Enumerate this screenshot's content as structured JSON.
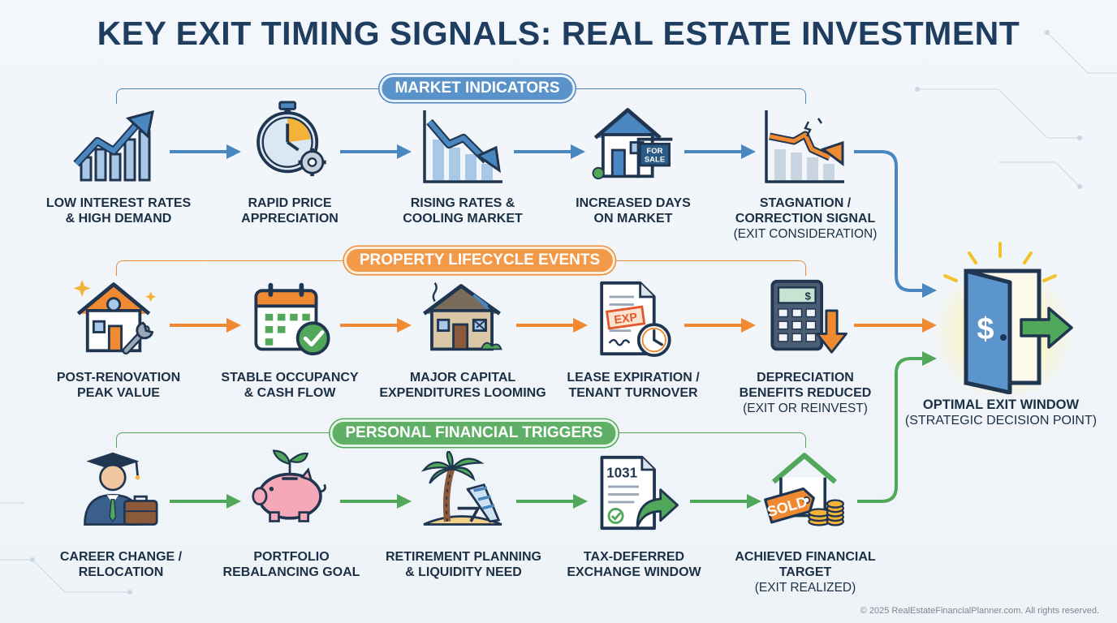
{
  "title": "KEY EXIT TIMING SIGNALS: REAL ESTATE INVESTMENT",
  "sections": [
    {
      "label": "MARKET INDICATORS",
      "nodes": [
        {
          "icon": "rising-chart-icon",
          "lines": [
            "LOW INTEREST RATES",
            "& HIGH DEMAND"
          ],
          "note": ""
        },
        {
          "icon": "stopwatch-gear-icon",
          "lines": [
            "RAPID PRICE",
            "APPRECIATION"
          ],
          "note": ""
        },
        {
          "icon": "falling-chart-icon",
          "lines": [
            "RISING RATES &",
            "COOLING MARKET"
          ],
          "note": ""
        },
        {
          "icon": "house-for-sale-icon",
          "lines": [
            "INCREASED DAYS",
            "ON MARKET"
          ],
          "note": "",
          "sign": "FOR SALE"
        },
        {
          "icon": "crashing-chart-icon",
          "lines": [
            "STAGNATION /",
            "CORRECTION SIGNAL"
          ],
          "note": "(EXIT CONSIDERATION)"
        }
      ]
    },
    {
      "label": "PROPERTY LIFECYCLE EVENTS",
      "nodes": [
        {
          "icon": "renovated-house-wrench-icon",
          "lines": [
            "POST-RENOVATION",
            "PEAK VALUE"
          ],
          "note": ""
        },
        {
          "icon": "calendar-check-icon",
          "lines": [
            "STABLE OCCUPANCY",
            "& CASH FLOW"
          ],
          "note": ""
        },
        {
          "icon": "damaged-house-icon",
          "lines": [
            "MAJOR CAPITAL",
            "EXPENDITURES LOOMING"
          ],
          "note": ""
        },
        {
          "icon": "expiring-lease-clock-icon",
          "lines": [
            "LEASE EXPIRATION /",
            "TENANT TURNOVER"
          ],
          "note": "",
          "stamp": "EXP"
        },
        {
          "icon": "calculator-down-arrow-icon",
          "lines": [
            "DEPRECIATION",
            "BENEFITS REDUCED"
          ],
          "note": "(EXIT OR REINVEST)",
          "calc_key": "$"
        }
      ]
    },
    {
      "label": "PERSONAL FINANCIAL TRIGGERS",
      "nodes": [
        {
          "icon": "graduate-briefcase-icon",
          "lines": [
            "CAREER CHANGE /",
            "RELOCATION"
          ],
          "note": ""
        },
        {
          "icon": "piggy-bank-sprout-icon",
          "lines": [
            "PORTFOLIO",
            "REBALANCING GOAL"
          ],
          "note": ""
        },
        {
          "icon": "beach-palm-chair-icon",
          "lines": [
            "RETIREMENT PLANNING",
            "& LIQUIDITY NEED"
          ],
          "note": ""
        },
        {
          "icon": "document-1031-arrow-icon",
          "lines": [
            "TAX-DEFERRED",
            "EXCHANGE WINDOW"
          ],
          "note": "",
          "doc": "1031"
        },
        {
          "icon": "sold-house-coins-icon",
          "lines": [
            "ACHIEVED FINANCIAL",
            "TARGET"
          ],
          "note": "(EXIT REALIZED)",
          "tag": "SOLD"
        }
      ]
    }
  ],
  "exit": {
    "icon": "door-dollar-exit-icon",
    "title": "OPTIMAL EXIT WINDOW",
    "subtitle": "(STRATEGIC DECISION POINT)",
    "symbol": "$"
  },
  "colors": {
    "market": "#4a86c0",
    "lifecycle": "#ef8a33",
    "personal": "#52a85a",
    "title": "#1e3d5f"
  },
  "footer": "© 2025 RealEstateFinancialPlanner.com. All rights reserved."
}
